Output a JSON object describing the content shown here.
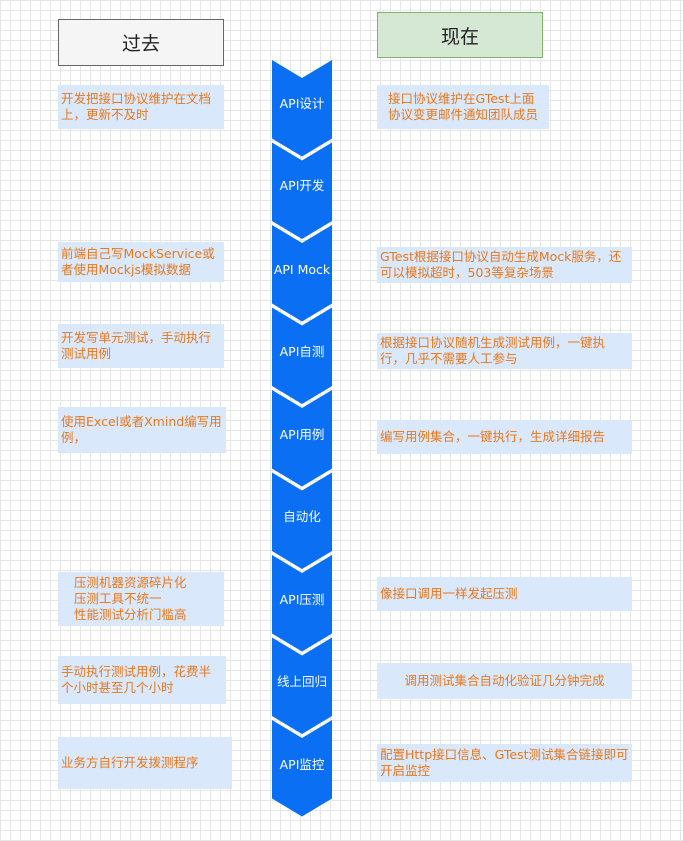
{
  "headers": {
    "past": "过去",
    "now": "现在"
  },
  "colors": {
    "arrow_fill": "#0a6ff2",
    "note_fill": "#dae8fc",
    "note_text": "#e8781a",
    "past_fill": "#f5f5f5",
    "now_fill": "#d5e8d4"
  },
  "stages": [
    "API设计",
    "API开发",
    "API Mock",
    "API自测",
    "API用例",
    "自动化",
    "API压测",
    "线上回归",
    "API监控"
  ],
  "past_notes": [
    "开发把接口协议维护在文档上，更新不及时",
    "前端自己写MockService或者使用Mockjs模拟数据",
    "开发写单元测试，手动执行测试用例",
    "使用Excel或者Xmind编写用例，",
    "压测机器资源碎片化\n压测工具不统一\n性能测试分析门槛高",
    "手动执行测试用例，花费半个小时甚至几个小时",
    "业务方自行开发拨测程序"
  ],
  "now_notes": [
    "接口协议维护在GTest上面\n协议变更邮件通知团队成员",
    "GTest根据接口协议自动生成Mock服务，还可以模拟超时，503等复杂场景",
    "根据接口协议随机生成测试用例，一键执行，几乎不需要人工参与",
    "编写用例集合，一键执行，生成详细报告",
    "像接口调用一样发起压测",
    "调用测试集合自动化验证几分钟完成",
    "配置Http接口信息、GTest测试集合链接即可开启监控"
  ]
}
